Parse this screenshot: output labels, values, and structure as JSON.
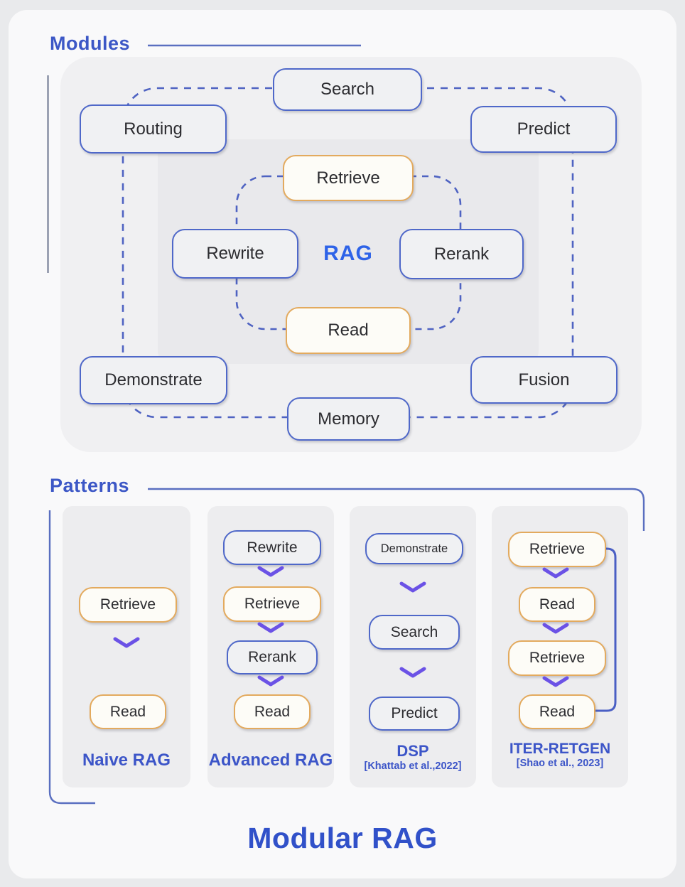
{
  "title": "Modular RAG",
  "modules": {
    "section_label": "Modules",
    "center_label": "RAG",
    "nodes": {
      "search": "Search",
      "routing": "Routing",
      "predict": "Predict",
      "retrieve": "Retrieve",
      "rewrite": "Rewrite",
      "rerank": "Rerank",
      "read": "Read",
      "demonstrate": "Demonstrate",
      "fusion": "Fusion",
      "memory": "Memory"
    }
  },
  "patterns": {
    "section_label": "Patterns",
    "naive_rag": {
      "name": "Naive RAG",
      "steps": {
        "step1": "Retrieve",
        "step2": "Read"
      }
    },
    "advanced_rag": {
      "name": "Advanced RAG",
      "steps": {
        "step1": "Rewrite",
        "step2": "Retrieve",
        "step3": "Rerank",
        "step4": "Read"
      }
    },
    "dsp": {
      "name": "DSP",
      "citation": "[Khattab et al.,2022]",
      "steps": {
        "step1": "Demonstrate",
        "step2": "Search",
        "step3": "Predict"
      }
    },
    "iter_retgen": {
      "name": "ITER-RETGEN",
      "citation": "[Shao et al., 2023]",
      "steps": {
        "step1": "Retrieve",
        "step2": "Read",
        "step3": "Retrieve",
        "step4": "Read"
      }
    }
  },
  "colors": {
    "blue_border": "#4f68c9",
    "orange_border": "#e3aa5e",
    "accent_text": "#3c57c6",
    "rag_text": "#2e63e8",
    "chevron": "#6b52e6",
    "dashed_line": "#4f63c2",
    "title_text": "#3151c9"
  }
}
